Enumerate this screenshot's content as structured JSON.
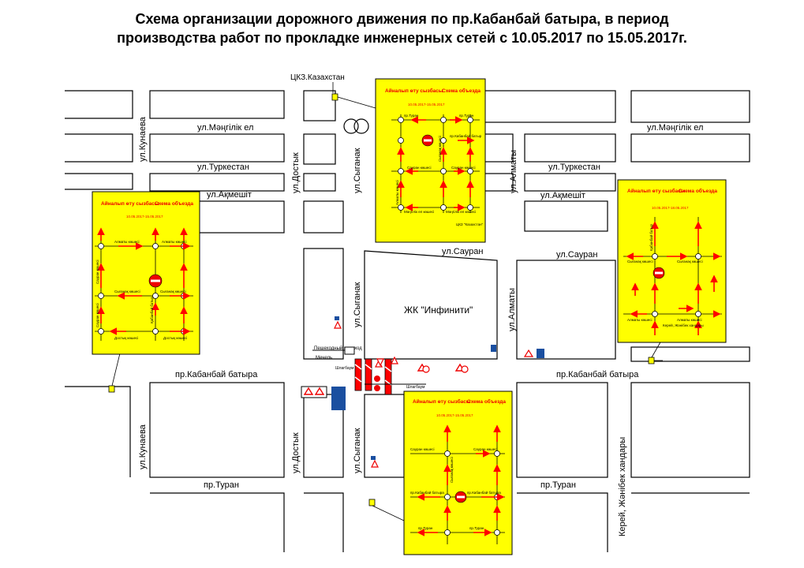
{
  "title": {
    "line1": "Схема организации дорожного движения по пр.Кабанбай батыра, в период",
    "line2": "производства работ по прокладке инженерных сетей с 10.05.2017 по 15.05.2017г."
  },
  "labels": {
    "tskz": "ЦКЗ.Казахстан",
    "mengilik_left": "ул.Мәңгілік ел",
    "mengilik_right": "ул.Мәңгілік ел",
    "turkestan_left": "ул.Туркестан",
    "turkestan_right": "ул.Туркестан",
    "akmeshit_left": "ул.Ақмешіт",
    "akmeshit_right": "ул.Ақмешіт",
    "kunaeva_top": "ул.Кунаева",
    "kunaeva_bottom": "ул.Кунаева",
    "dostyk_top": "ул.Достык",
    "dostyk_bottom": "ул.Достык",
    "syganak_top": "ул.Сыганак",
    "syganak_mid": "ул.Сыганак",
    "syganak_bottom": "ул.Сыганак",
    "almaty_top": "ул.Алматы",
    "almaty_mid": "ул.Алматы",
    "sauran_mid": "ул.Сауран",
    "sauran_right": "ул.Сауран",
    "infiniti": "ЖК \"Инфинити\"",
    "kabanbay_left": "пр.Кабанбай батыра",
    "kabanbay_right": "пр.Кабанбай батыра",
    "turan_left": "пр.Туран",
    "turan_right": "пр.Туран",
    "kerey": "Керей, Жәнібек хандары",
    "crossing": "Пешеходный переход",
    "fence": "Мечель",
    "barrier": "Шлагбаум"
  },
  "panel_common": {
    "kz": "Айналып өту сызбасы",
    "ru": "Схема объезда",
    "dates": "10.05.2017-15.05.2017",
    "dates_alt": "10.05.2017-18.05.2017",
    "tskz_small": "ЦКЗ \"Казахстан\""
  },
  "panels": {
    "top": {
      "turan_l": "пр.Туран",
      "turan_r": "пр.Туран",
      "kabanbay": "пр.Кабанбай батыр",
      "sauran_l": "Сауран көшесі",
      "sauran_r": "Сауран көшесі",
      "mengilik_l": "Мәңгілік ел көшесі",
      "mengilik_r": "Мәңгілік ел көшесі",
      "almaty_v": "Алматы көшесі",
      "syganak_v": "Сығанақ көшесі"
    },
    "left": {
      "almaty_l": "Алматы көшесі",
      "almaty_r": "Алматы көшесі",
      "syganak_l": "Сығанақ көшесі",
      "syganak_r": "Сығанақ көшесі",
      "dostyk_l": "Достық көшесі",
      "dostyk_r": "Достық көшесі",
      "sauran_v1": "Сауран көшесі",
      "sauran_v2": "Сауран көшесі",
      "kabanbay_v": "Қабанбай батыр"
    },
    "right": {
      "syganak_l": "Сығанақ көшесі",
      "syganak_r": "Сығанақ көшесі",
      "almaty_l": "Алматы көшесі",
      "almaty_r": "Алматы көшесі",
      "kerey": "Керей, Жәнібек хандары",
      "kabanbay_v": "Қабанбай батыр"
    },
    "bottom": {
      "sauran_l": "Сауран көшесі",
      "sauran_r": "Сауран көшесі",
      "kabanbay_l": "пр.Кабанбай батыра",
      "kabanbay_r": "пр.Кабанбай батыра",
      "turan_l": "пр.Туран",
      "turan_r": "пр.Туран",
      "syganak_v": "Сығанақ көшесі"
    }
  },
  "colors": {
    "panel": "#ffff00",
    "arrow": "#ff0000",
    "road_edge": "#000000",
    "sign_blue": "#1a4fa0"
  }
}
